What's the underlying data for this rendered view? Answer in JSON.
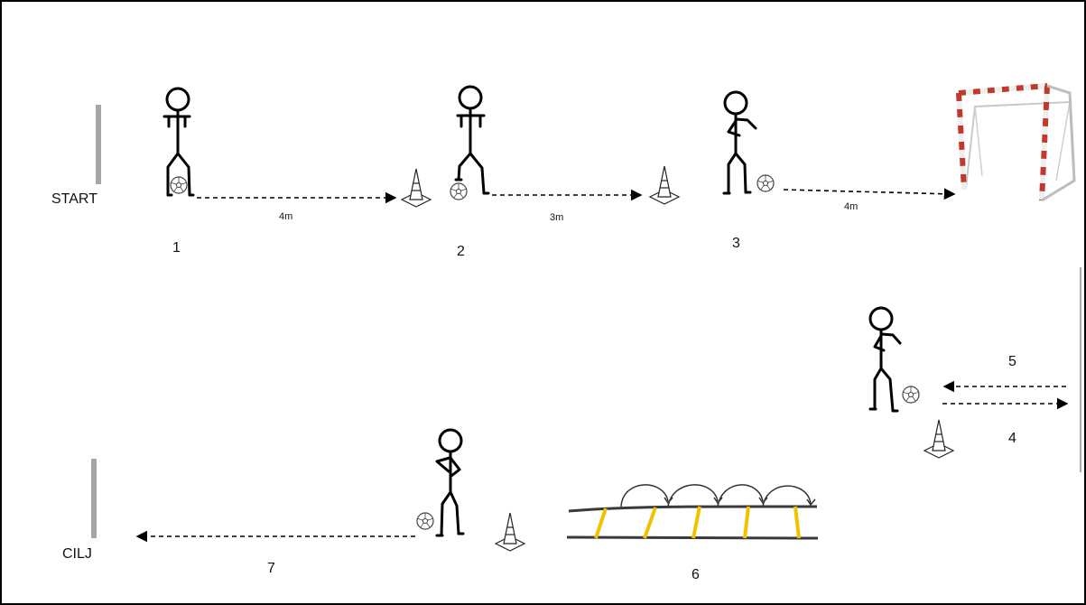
{
  "labels": {
    "start": "START",
    "finish": "CILJ"
  },
  "stations": [
    "1",
    "2",
    "3",
    "4",
    "5",
    "6",
    "7"
  ],
  "distances": {
    "d1": "4m",
    "d2": "3m",
    "d3": "4m"
  },
  "colors": {
    "frame": "#000000",
    "post": "#a6a6a6",
    "goal_red": "#c0392b",
    "ladder_rung": "#f2c200",
    "ladder_rail": "#3a3a3a"
  }
}
